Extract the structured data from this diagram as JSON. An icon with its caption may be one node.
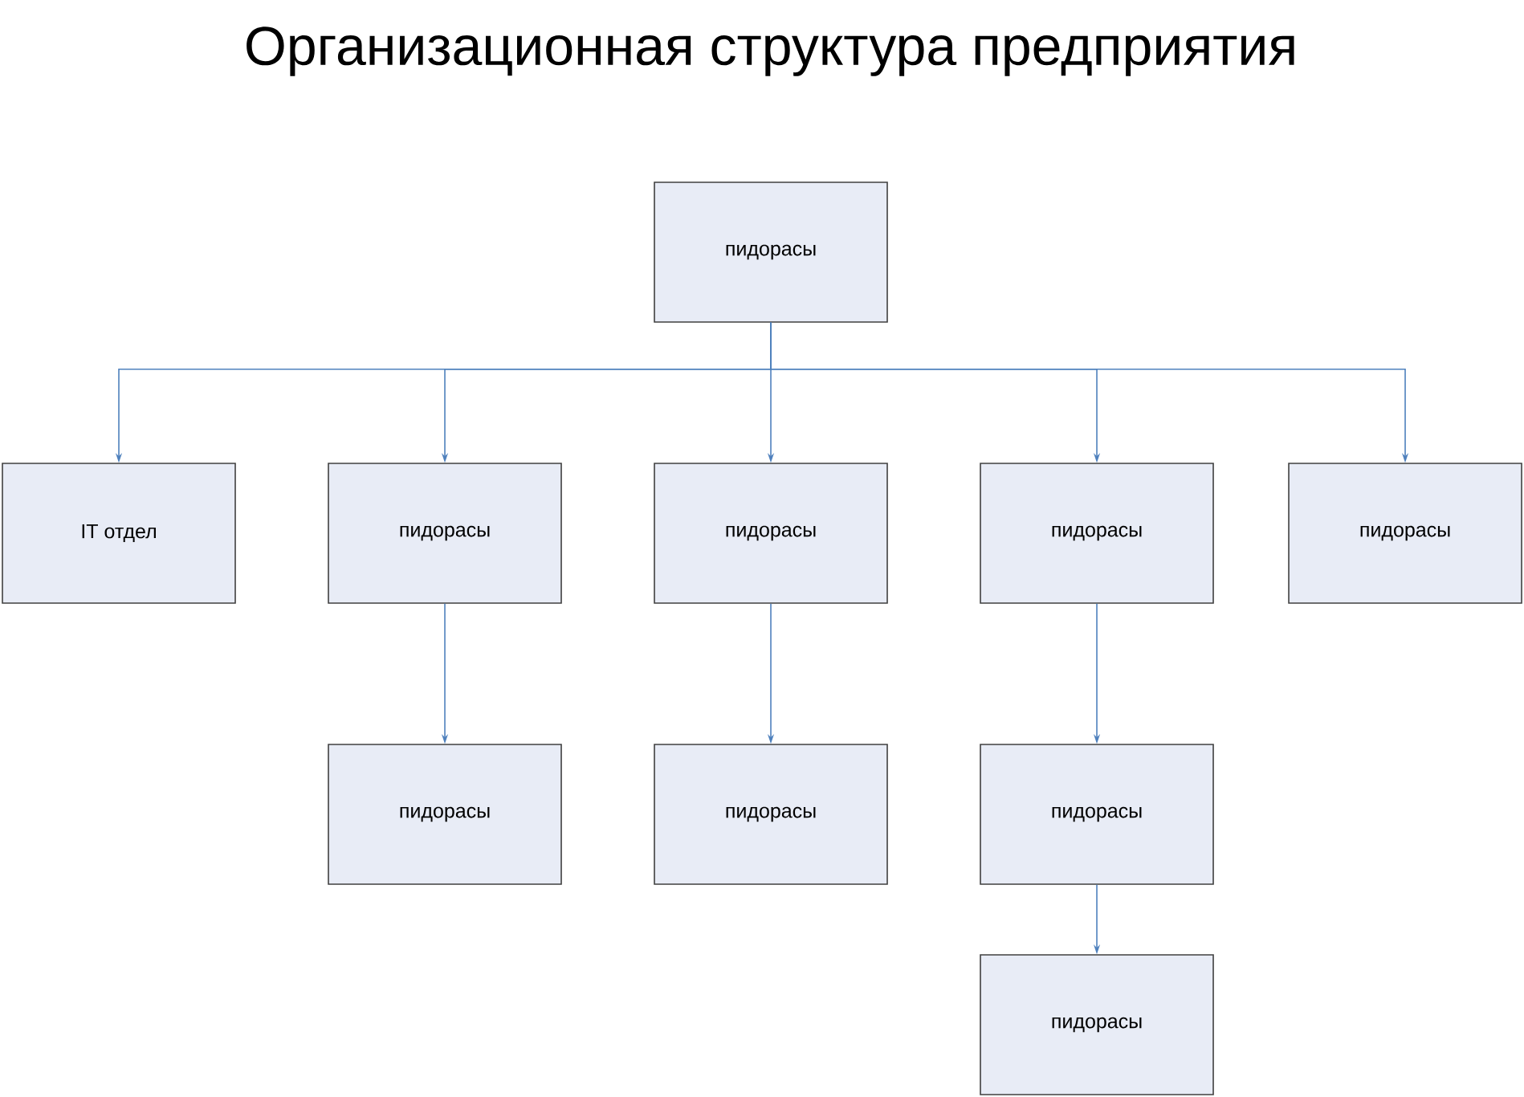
{
  "diagram": {
    "title": "Организационная структура предприятия",
    "nodes": [
      {
        "text": [
          "пидорасы"
        ]
      },
      {
        "text": [
          "IT отдел"
        ]
      },
      {
        "text": [
          "пидорасы"
        ]
      },
      {
        "text": [
          "пидорасы"
        ]
      },
      {
        "text": [
          "пидорасы"
        ]
      },
      {
        "text": [
          "пидорасы"
        ]
      },
      {
        "text": [
          "пидорасы"
        ]
      },
      {
        "text": [
          "пидорасы"
        ]
      },
      {
        "text": [
          "пидорасы"
        ]
      },
      {
        "text": [
          "пидорасы"
        ]
      }
    ],
    "edges": [
      {
        "from": 0,
        "to": 1,
        "arrow": "to"
      },
      {
        "from": 0,
        "to": 2,
        "arrow": "to"
      },
      {
        "from": 0,
        "to": 3,
        "arrow": "to"
      },
      {
        "from": 0,
        "to": 4,
        "arrow": "to"
      },
      {
        "from": 0,
        "to": 5,
        "arrow": "to"
      },
      {
        "from": 2,
        "to": 6,
        "arrow": "to"
      },
      {
        "from": 3,
        "to": 7,
        "arrow": "to"
      },
      {
        "from": 4,
        "to": 8,
        "arrow": "to"
      },
      {
        "from": 8,
        "to": 9,
        "arrow": "to"
      }
    ]
  }
}
